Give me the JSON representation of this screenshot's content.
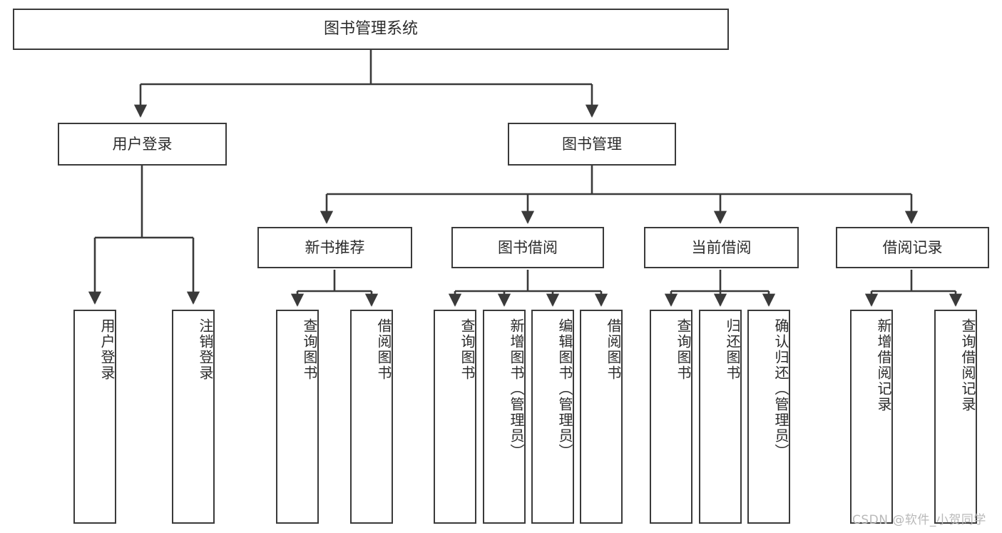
{
  "diagram": {
    "type": "tree-hierarchy",
    "title": "图书管理系统",
    "background_color": "#ffffff",
    "stroke_color": "#3a3a3a",
    "text_color": "#2b2b2b"
  },
  "root": {
    "label": "图书管理系统"
  },
  "level2": [
    {
      "label": "用户登录"
    },
    {
      "label": "图书管理"
    }
  ],
  "level3": [
    {
      "label": "新书推荐"
    },
    {
      "label": "图书借阅"
    },
    {
      "label": "当前借阅"
    },
    {
      "label": "借阅记录"
    }
  ],
  "leaves": {
    "user_login": [
      {
        "label": "用户登录"
      },
      {
        "label": "注销登录"
      }
    ],
    "new_book": [
      {
        "label": "查询图书"
      },
      {
        "label": "借阅图书"
      }
    ],
    "book_borrow": [
      {
        "label": "查询图书"
      },
      {
        "label": "新增图书（管理员）"
      },
      {
        "label": "编辑图书（管理员）"
      },
      {
        "label": "借阅图书"
      }
    ],
    "current_borrow": [
      {
        "label": "查询图书"
      },
      {
        "label": "归还图书"
      },
      {
        "label": "确认归还（管理员）"
      }
    ],
    "borrow_record": [
      {
        "label": "新增借阅记录"
      },
      {
        "label": "查询借阅记录"
      }
    ]
  },
  "watermark": {
    "text": "CSDN @软件_小贺同学"
  }
}
